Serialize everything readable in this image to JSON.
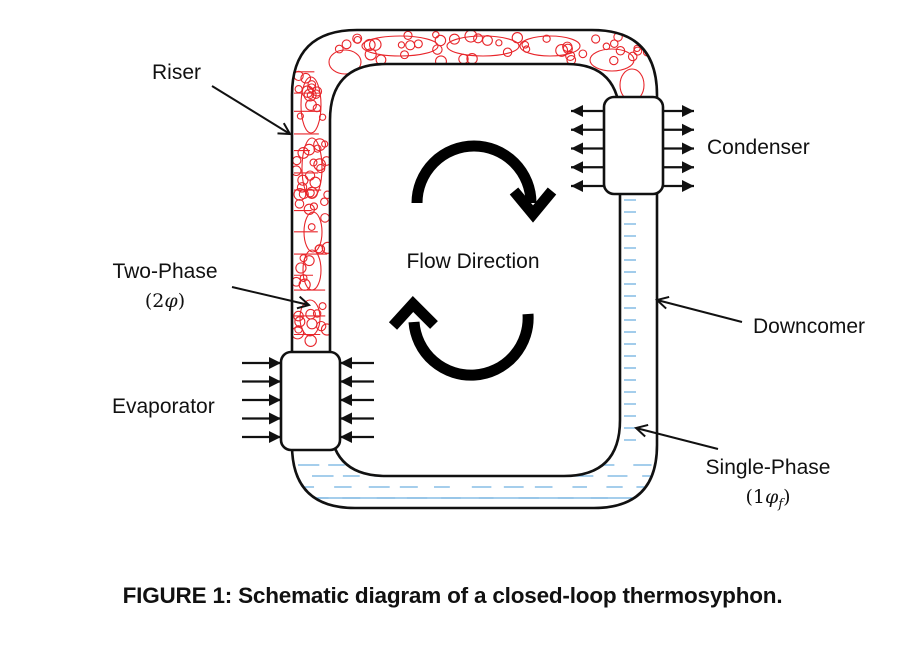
{
  "figure": {
    "caption": "FIGURE 1: Schematic diagram of a closed-loop thermosyphon.",
    "center_label": "Flow Direction",
    "labels": {
      "riser": "Riser",
      "two_phase": "Two-Phase",
      "two_phase_symbol_pre": "(2",
      "two_phase_symbol_phi": "φ",
      "two_phase_symbol_post": ")",
      "evaporator": "Evaporator",
      "condenser": "Condenser",
      "downcomer": "Downcomer",
      "single_phase": "Single-Phase",
      "single_phase_symbol_pre": "(1",
      "single_phase_symbol_phi": "φ",
      "single_phase_symbol_sub": "f",
      "single_phase_symbol_post": ")"
    },
    "components": {
      "evaporator": {
        "heat_arrows_per_side": 5,
        "arrow_direction": "inward"
      },
      "condenser": {
        "heat_arrows_per_side": 5,
        "arrow_direction": "outward"
      }
    },
    "flow": {
      "direction": "clockwise"
    },
    "colors": {
      "outline": "#111111",
      "two_phase": "#e8262b",
      "single_phase": "#6fb0e0"
    }
  }
}
